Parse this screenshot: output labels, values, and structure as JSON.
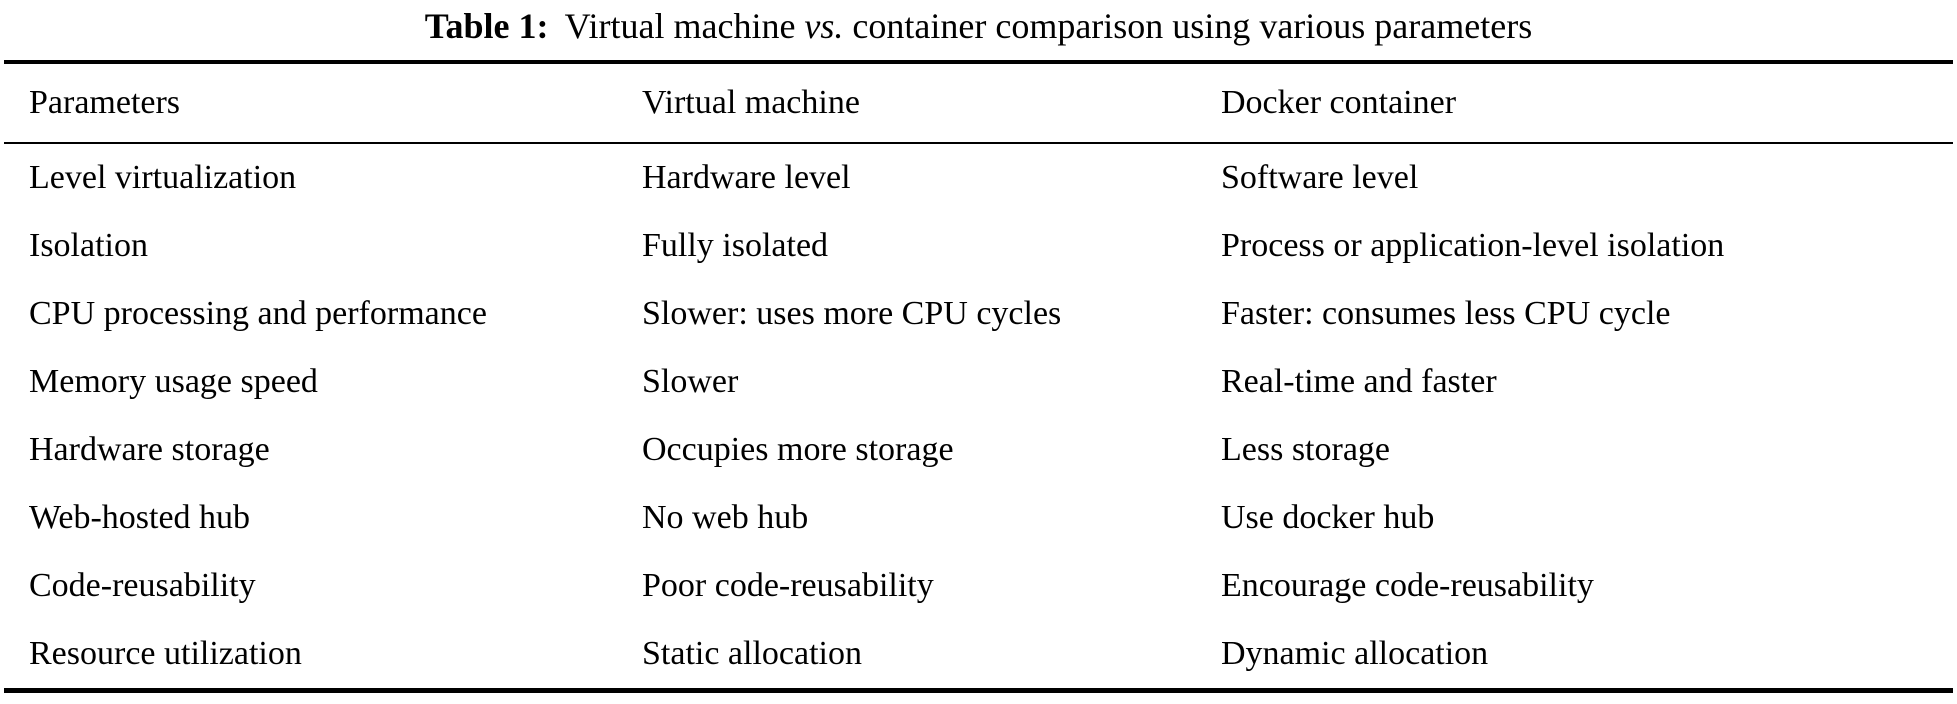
{
  "caption": {
    "label": "Table 1:",
    "segment_1": "Virtual machine ",
    "segment_italic": "vs.",
    "segment_2": " container comparison using various parameters"
  },
  "table": {
    "columns": [
      "Parameters",
      "Virtual machine",
      "Docker container"
    ],
    "rows": [
      [
        "Level virtualization",
        "Hardware level",
        "Software level"
      ],
      [
        "Isolation",
        "Fully isolated",
        "Process or application-level isolation"
      ],
      [
        "CPU processing and performance",
        "Slower: uses more CPU cycles",
        "Faster: consumes less CPU cycle"
      ],
      [
        "Memory usage speed",
        "Slower",
        "Real-time and faster"
      ],
      [
        "Hardware storage",
        "Occupies more storage",
        "Less storage"
      ],
      [
        "Web-hosted hub",
        "No web hub",
        "Use docker hub"
      ],
      [
        "Code-reusability",
        "Poor code-reusability",
        "Encourage code-reusability"
      ],
      [
        "Resource utilization",
        "Static allocation",
        "Dynamic allocation"
      ]
    ]
  }
}
